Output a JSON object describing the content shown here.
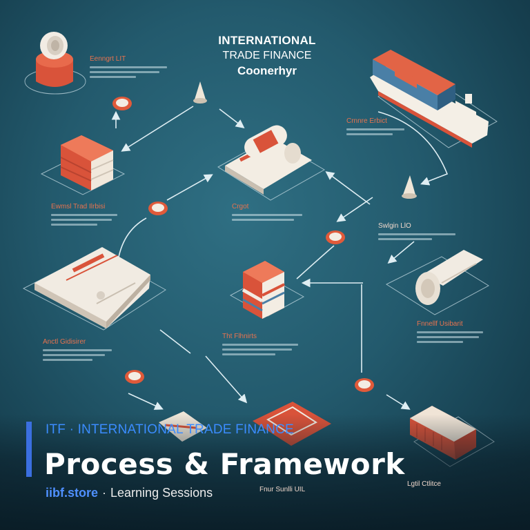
{
  "heading": {
    "line1": "INTERNATIONAL",
    "line2": "TRADE FINANCE",
    "line3": "Coonerhyr"
  },
  "labels": {
    "top_left": "Eenngrt LIT",
    "cargo_ship": "Crnnre Erbict",
    "stack_left": "Ewmsl Trad Ilrbisi",
    "document_center": "Crgot",
    "scroll_right": "Swlgin LlO",
    "card_left": "Anctl Gidisirer",
    "cubes_center": "Tht Flhnirts",
    "roll_right": "Fnnellf Usibarit",
    "bottom_center": "Fnur Sunlli UIL",
    "bottom_right": "Lgtil Ctlitce"
  },
  "banner": {
    "subtitle": "ITF  ·  INTERNATIONAL TRADE FINANCE",
    "title": "Process & Framework",
    "site": "iibf.store",
    "separator": "·",
    "sessions": "Learning Sessions"
  },
  "colors": {
    "background": "#235a6d",
    "accent_red": "#e05a3a",
    "cream": "#efe6d8",
    "container_blue": "#4a7fa6",
    "banner_accent": "#3b6fe0",
    "site_link": "#4f90ff"
  }
}
